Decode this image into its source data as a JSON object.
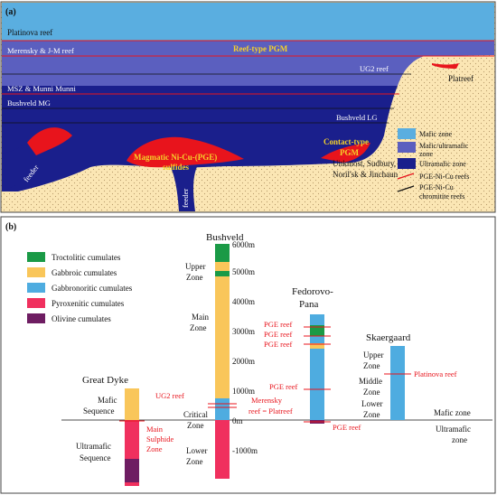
{
  "panel_a": {
    "label": "(a)",
    "layers": {
      "platinova": "Platinova reef",
      "reef_type": "Reef-type PGM",
      "merensky": "Merensky & J-M reef",
      "ug2": "UG2 reef",
      "platreef": "Platreef",
      "msz": "MSZ & Munni Munni",
      "bushveld_mg": "Bushveld MG",
      "bushveld_lg": "Bushveld LG",
      "contact_type_1": "Contact-type",
      "contact_type_2": "PGM",
      "magmatic_1": "Magmatic Ni-Cu-(PGE)",
      "magmatic_2": "sulfides",
      "uitkomst_1": "Uitkmost, Sudbury,",
      "uitkomst_2": "Noril'sk & Jinchaun",
      "feeder_left": "feeder",
      "feeder_mid": "feeder"
    },
    "legend": {
      "mafic": "Mafic zone",
      "mafic_ultra_1": "Mafic/ultramafic",
      "mafic_ultra_2": "zone",
      "ultramafic": "Ultramafic zone",
      "pge_ni_cu": "PGE-Ni-Cu reefs",
      "pge_chromitite_1": "PGE-Ni-Cu",
      "pge_chromitite_2": "chromitite reefs"
    },
    "colors": {
      "mafic": "#5aaee0",
      "mafic_ultra": "#5b5fbf",
      "ultramafic": "#1a1f8c",
      "sulfide": "#e8141c",
      "host": "#fbe6b4"
    }
  },
  "panel_b": {
    "label": "(b)",
    "legend": {
      "troctolitic": "Troctolitic cumulates",
      "gabbroic": "Gabbroic cumulates",
      "gabbronoritic": "Gabbronoritic cumulates",
      "pyroxenitic": "Pyroxenitic cumulates",
      "olivine": "Olivine cumulates"
    },
    "colors": {
      "troctolitic": "#1a9a46",
      "gabbroic": "#f9c65a",
      "gabbronoritic": "#4eace0",
      "pyroxenitic": "#f0305e",
      "olivine": "#6e1d62"
    },
    "bushveld": {
      "title": "Bushveld",
      "depths": [
        "6000m",
        "5000m",
        "4000m",
        "3000m",
        "2000m",
        "1000m",
        "0m",
        "-1000m"
      ],
      "upper_zone_1": "Upper",
      "upper_zone_2": "Zone",
      "main_zone_1": "Main",
      "main_zone_2": "Zone",
      "critical_1": "Critical",
      "critical_2": "Zone",
      "lower_1": "Lower",
      "lower_2": "Zone",
      "ug2": "UG2 reef",
      "merensky_1": "Merensky",
      "merensky_2": "reef = Platreef"
    },
    "great_dyke": {
      "title": "Great Dyke",
      "mafic_1": "Mafic",
      "mafic_2": "Sequence",
      "ultra_1": "Ultramafic",
      "ultra_2": "Sequence",
      "msz_1": "Main",
      "msz_2": "Sulphide",
      "msz_3": "Zone"
    },
    "fedorovo": {
      "title_1": "Fedorovo-",
      "title_2": "Pana",
      "reefs": [
        "PGE reef",
        "PGE reef",
        "PGE reef",
        "PGE reef",
        "PGE reef"
      ]
    },
    "skaergaard": {
      "title": "Skaergaard",
      "upper_1": "Upper",
      "upper_2": "Zone",
      "middle_1": "Middle",
      "middle_2": "Zone",
      "lower_1": "Lower",
      "lower_2": "Zone",
      "platinova": "Platinova reef"
    },
    "zones": {
      "mafic": "Mafic zone",
      "ultra_1": "Ultramafic",
      "ultra_2": "zone"
    }
  }
}
